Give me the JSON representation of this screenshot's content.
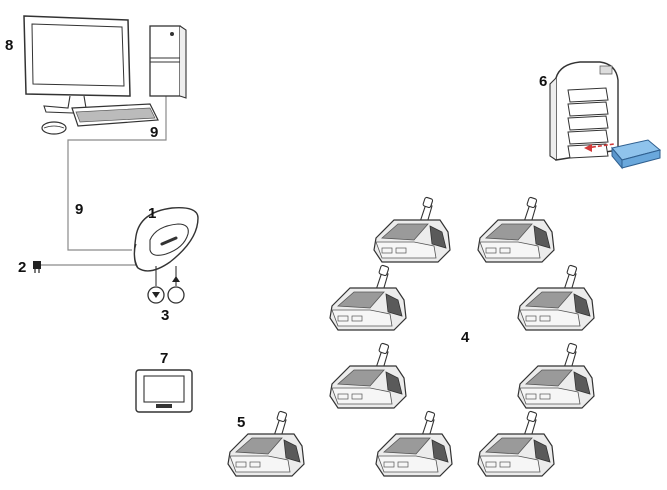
{
  "labels": {
    "l1": "1",
    "l2": "2",
    "l3": "3",
    "l4": "4",
    "l5": "5",
    "l6": "6",
    "l7": "7",
    "l8": "8",
    "l9a": "9",
    "l9b": "9"
  },
  "colors": {
    "line": "#8a8a8a",
    "device_gray": "#9a9a9a",
    "device_dark": "#5a5a5a",
    "card_blue": "#6aa8dc",
    "insert_red": "#d23a3a"
  },
  "icons": {
    "computer": "desktop-computer-icon",
    "access_point": "wireless-access-point-icon",
    "charger": "battery-charger-icon",
    "tablet": "tablet-icon",
    "delegate": "conference-delegate-unit-icon"
  }
}
